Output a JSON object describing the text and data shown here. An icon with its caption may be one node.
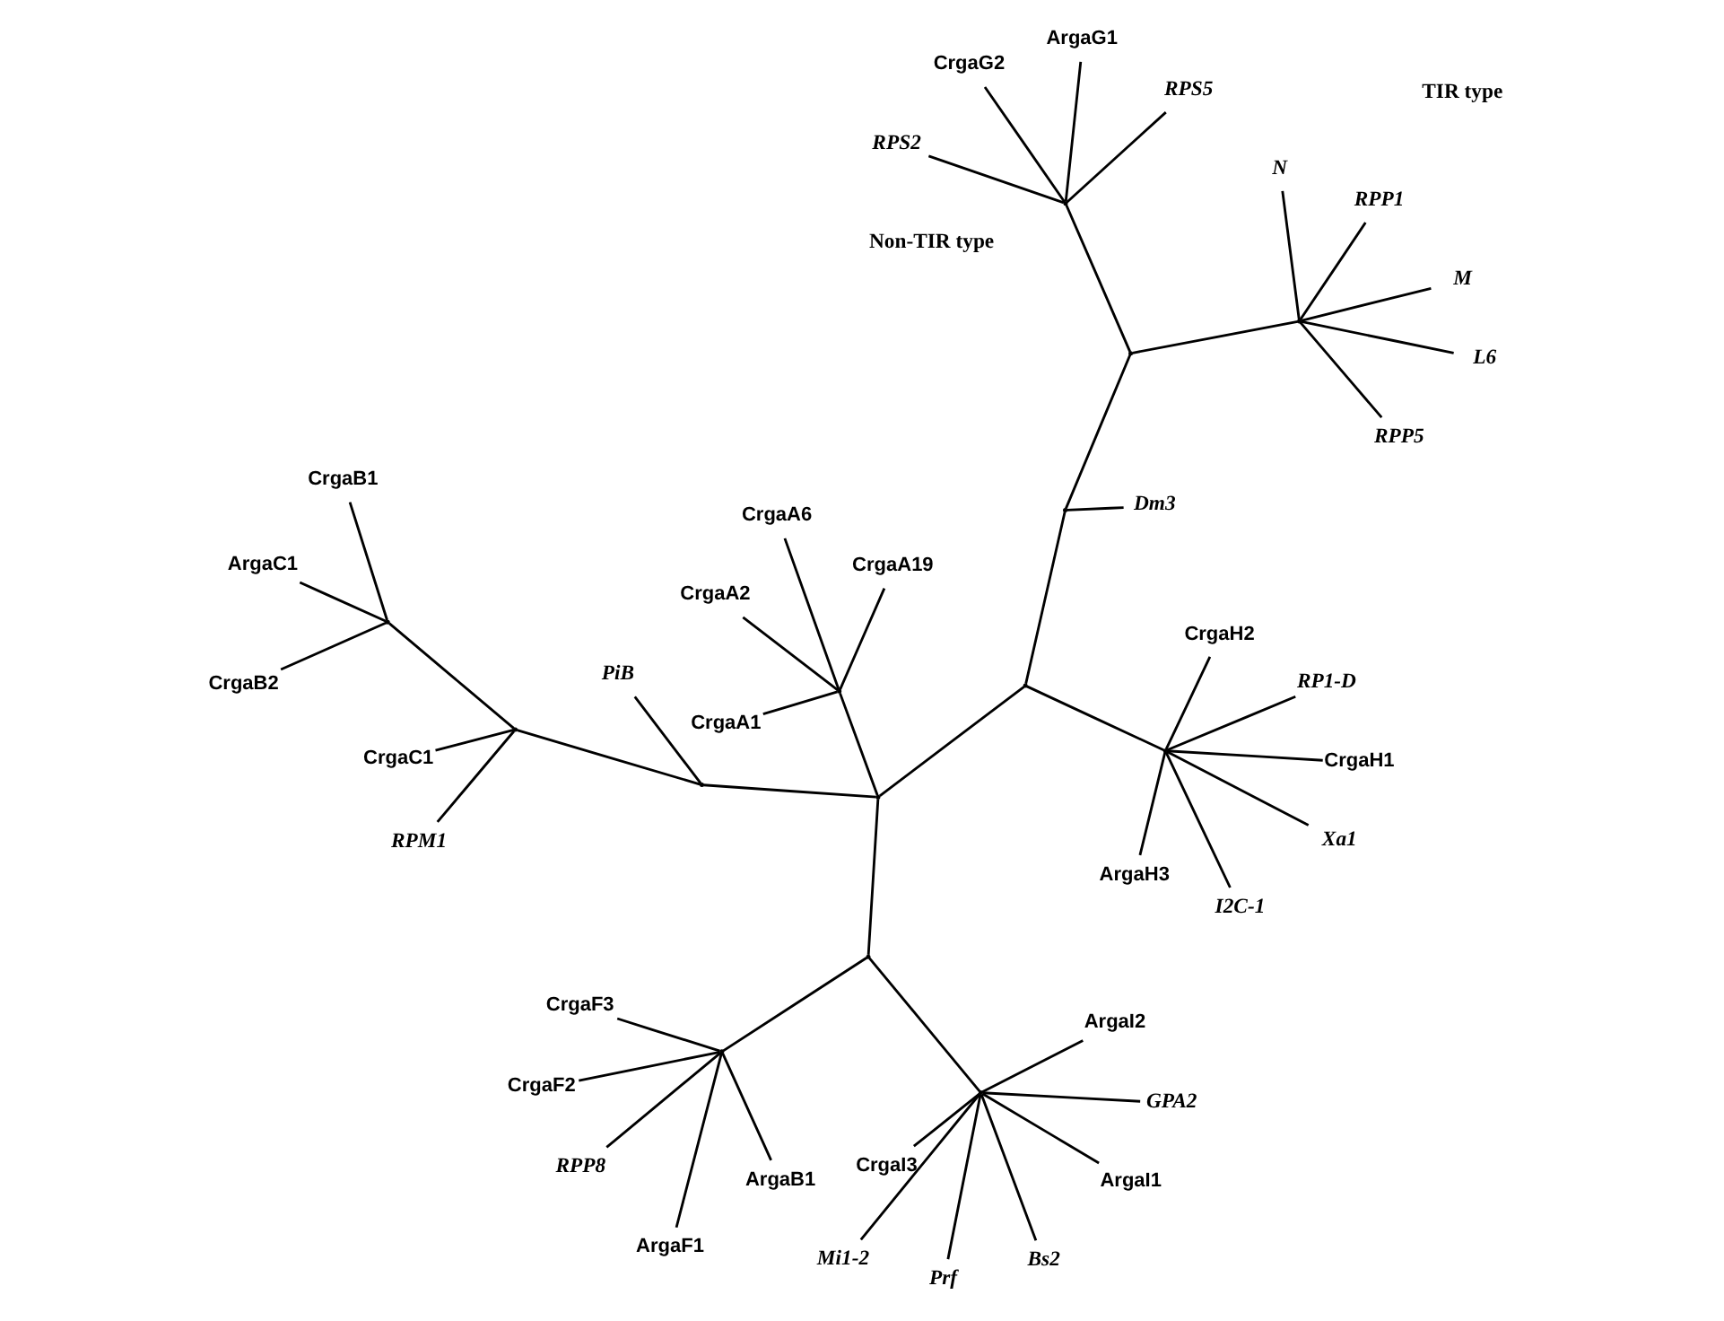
{
  "diagram": {
    "nodes": [
      {
        "text": [
          "RPP8"
        ]
      },
      {
        "text": [
          "ArgaB1"
        ]
      },
      {
        "text": [
          "CrgaC1"
        ]
      },
      {
        "text": [
          "CrgaF3"
        ]
      },
      {
        "text": [
          "ArgaF1"
        ]
      },
      {
        "text": [
          "CrgaF2"
        ]
      },
      {
        "text": [
          "Mi1-2"
        ]
      },
      {
        "text": [
          "RPM1"
        ]
      },
      {
        "text": [
          "Prf"
        ]
      },
      {
        "text": [
          "GPA2"
        ]
      },
      {
        "text": [
          "Bs2"
        ]
      },
      {
        "text": [
          "ArgaC1"
        ]
      },
      {
        "text": [
          "ArgaI2"
        ]
      },
      {
        "text": [
          "PiB"
        ]
      },
      {
        "text": [
          "CrgaB1"
        ]
      },
      {
        "text": [
          "ArgaI1"
        ]
      },
      {
        "text": [
          "CrgaB2"
        ]
      },
      {
        "text": [
          "CrgaI3"
        ]
      },
      {
        "text": [
          "CrgaA6"
        ]
      },
      {
        "text": [
          "CrgaA19"
        ]
      },
      {
        "text": [
          "CrgaA2"
        ]
      },
      {
        "text": [
          "CrgaA1"
        ]
      },
      {
        "text": [
          "M"
        ]
      },
      {
        "text": [
          "RP1-D"
        ]
      },
      {
        "text": [
          "RPS2"
        ]
      },
      {
        "text": [
          "Xa1"
        ]
      },
      {
        "text": [
          "L6"
        ]
      },
      {
        "text": [
          "N"
        ]
      },
      {
        "text": [
          "I2C-1"
        ]
      },
      {
        "text": [
          "RPS5"
        ]
      },
      {
        "text": [
          "RPP1"
        ]
      },
      {
        "text": [
          "RPP5"
        ]
      },
      {
        "text": [
          "ArgaH3"
        ]
      },
      {
        "text": [
          "CrgaH2"
        ]
      },
      {
        "text": [
          "CrgaH1"
        ]
      },
      {
        "text": [
          "Dm3"
        ]
      },
      {
        "text": [
          "ArgaG1"
        ]
      },
      {
        "text": [
          "CrgaG2"
        ]
      },
      {
        "text": [],
        "shape": "point"
      },
      {
        "text": [],
        "shape": "point"
      },
      {
        "text": [],
        "shape": "point"
      },
      {
        "text": [],
        "shape": "point"
      },
      {
        "text": [],
        "shape": "point"
      },
      {
        "text": [],
        "shape": "point"
      },
      {
        "text": [],
        "shape": "point"
      },
      {
        "text": [],
        "shape": "point"
      },
      {
        "text": [],
        "shape": "point"
      },
      {
        "text": [],
        "shape": "point"
      },
      {
        "text": [],
        "shape": "point"
      },
      {
        "text": [],
        "shape": "point"
      },
      {
        "text": [],
        "shape": "point"
      },
      {
        "text": [],
        "shape": "point"
      }
    ],
    "edges": [
      {
        "from": 38,
        "to": 40,
        "arrow": "none"
      },
      {
        "from": 38,
        "to": 39,
        "arrow": "none"
      },
      {
        "from": 39,
        "to": 43,
        "arrow": "none"
      },
      {
        "from": 39,
        "to": 44,
        "arrow": "none"
      },
      {
        "from": 40,
        "to": 13,
        "arrow": "none"
      },
      {
        "from": 40,
        "to": 41,
        "arrow": "none"
      },
      {
        "from": 41,
        "to": 2,
        "arrow": "none"
      },
      {
        "from": 41,
        "to": 7,
        "arrow": "none"
      },
      {
        "from": 41,
        "to": 42,
        "arrow": "none"
      },
      {
        "from": 42,
        "to": 11,
        "arrow": "none"
      },
      {
        "from": 42,
        "to": 14,
        "arrow": "none"
      },
      {
        "from": 42,
        "to": 16,
        "arrow": "none"
      },
      {
        "from": 43,
        "to": 0,
        "arrow": "none"
      },
      {
        "from": 43,
        "to": 1,
        "arrow": "none"
      },
      {
        "from": 43,
        "to": 3,
        "arrow": "none"
      },
      {
        "from": 43,
        "to": 4,
        "arrow": "none"
      },
      {
        "from": 43,
        "to": 5,
        "arrow": "none"
      },
      {
        "from": 44,
        "to": 8,
        "arrow": "none"
      },
      {
        "from": 44,
        "to": 6,
        "arrow": "none"
      },
      {
        "from": 44,
        "to": 9,
        "arrow": "none"
      },
      {
        "from": 44,
        "to": 10,
        "arrow": "none"
      },
      {
        "from": 44,
        "to": 12,
        "arrow": "none"
      },
      {
        "from": 44,
        "to": 15,
        "arrow": "none"
      },
      {
        "from": 44,
        "to": 17,
        "arrow": "none"
      },
      {
        "from": 38,
        "to": 45,
        "arrow": "none"
      },
      {
        "from": 45,
        "to": 18,
        "arrow": "none"
      },
      {
        "from": 45,
        "to": 19,
        "arrow": "none"
      },
      {
        "from": 45,
        "to": 20,
        "arrow": "none"
      },
      {
        "from": 45,
        "to": 21,
        "arrow": "none"
      },
      {
        "from": 38,
        "to": 46,
        "arrow": "none"
      },
      {
        "from": 46,
        "to": 47,
        "arrow": "none"
      },
      {
        "from": 47,
        "to": 23,
        "arrow": "none"
      },
      {
        "from": 47,
        "to": 25,
        "arrow": "none"
      },
      {
        "from": 47,
        "to": 28,
        "arrow": "none"
      },
      {
        "from": 47,
        "to": 32,
        "arrow": "none"
      },
      {
        "from": 47,
        "to": 33,
        "arrow": "none"
      },
      {
        "from": 47,
        "to": 34,
        "arrow": "none"
      },
      {
        "from": 46,
        "to": 48,
        "arrow": "none"
      },
      {
        "from": 48,
        "to": 35,
        "arrow": "none"
      },
      {
        "from": 48,
        "to": 49,
        "arrow": "none"
      },
      {
        "from": 49,
        "to": 50,
        "arrow": "none"
      },
      {
        "from": 50,
        "to": 24,
        "arrow": "none"
      },
      {
        "from": 50,
        "to": 29,
        "arrow": "none"
      },
      {
        "from": 50,
        "to": 36,
        "arrow": "none"
      },
      {
        "from": 50,
        "to": 37,
        "arrow": "none"
      },
      {
        "from": 49,
        "to": 51,
        "arrow": "none"
      },
      {
        "from": 51,
        "to": 22,
        "arrow": "none"
      },
      {
        "from": 51,
        "to": 26,
        "arrow": "none"
      },
      {
        "from": 51,
        "to": 27,
        "arrow": "none"
      },
      {
        "from": 51,
        "to": 30,
        "arrow": "none"
      },
      {
        "from": 51,
        "to": 31,
        "arrow": "none"
      }
    ],
    "labels": [
      "Non-TIR type",
      "TIR type"
    ]
  }
}
